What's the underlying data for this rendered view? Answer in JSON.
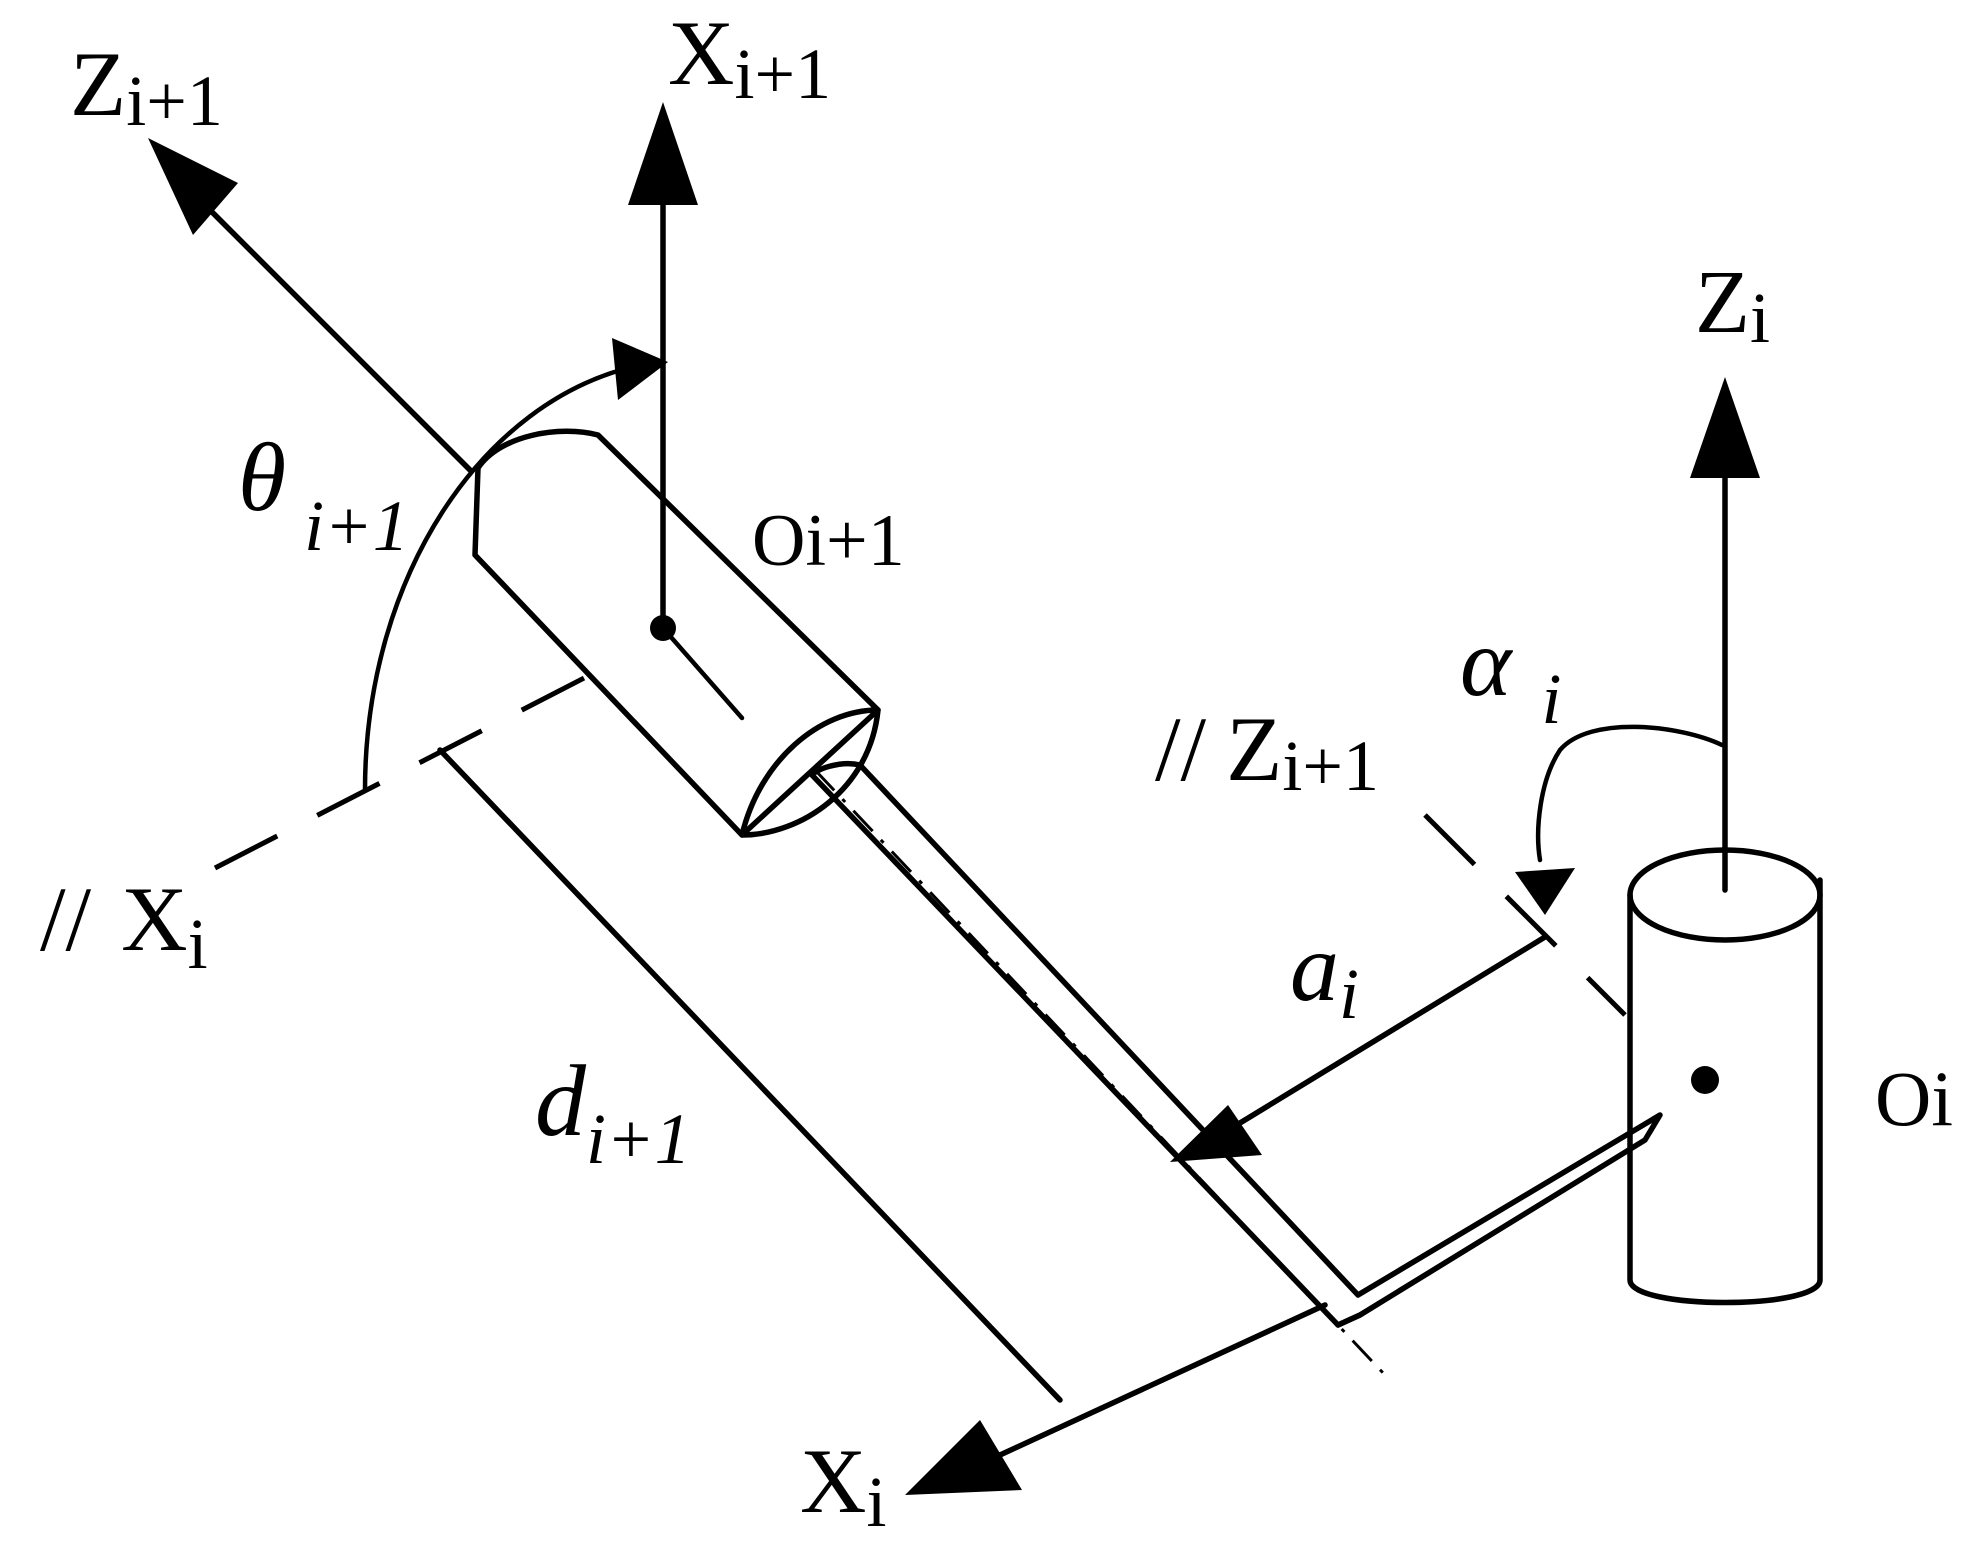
{
  "labels": {
    "z_next_top": {
      "base": "Z",
      "sub": "i+1"
    },
    "x_next_top": {
      "base": "X",
      "sub": "i+1"
    },
    "theta": {
      "base": "θ",
      "sub": "i+1"
    },
    "origin_next": "Oi+1",
    "z_i_top": {
      "base": "Z",
      "sub": "i"
    },
    "alpha": {
      "base": "α",
      "sub": "i"
    },
    "parallel_z": {
      "mark": "//",
      "base": "Z",
      "sub": "i+1"
    },
    "parallel_x": {
      "mark": "//",
      "base": "X",
      "sub": "i"
    },
    "a_i": {
      "base": "a",
      "sub": "i"
    },
    "d": {
      "base": "d",
      "sub": "i+1"
    },
    "origin_i": "Oi",
    "x_i_bottom": {
      "base": "X",
      "sub": "i"
    }
  },
  "colors": {
    "stroke": "#000000",
    "background": "#ffffff"
  }
}
